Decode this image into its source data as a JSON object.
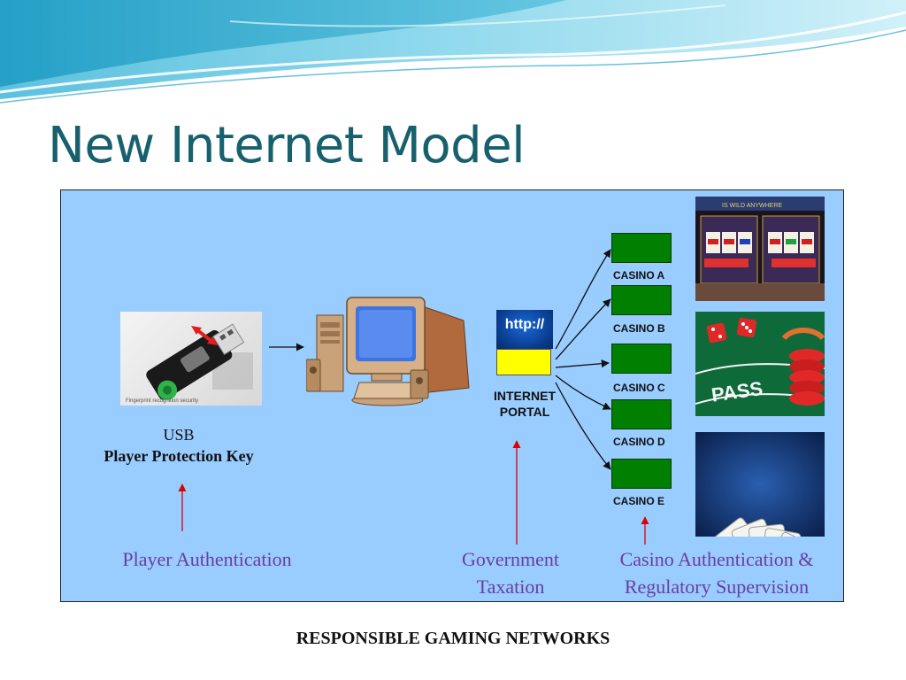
{
  "slide": {
    "title": "New Internet Model",
    "footer": "RESPONSIBLE GAMING NETWORKS"
  },
  "usb_key": {
    "caption": "Fingerprint recognition security",
    "line1": "USB",
    "line2": "Player Protection Key"
  },
  "portal": {
    "icon_text": "http://",
    "line1": "INTERNET",
    "line2": "PORTAL"
  },
  "casinos": [
    {
      "label": "CASINO A"
    },
    {
      "label": "CASINO B"
    },
    {
      "label": "CASINO C"
    },
    {
      "label": "CASINO D"
    },
    {
      "label": "CASINO E"
    }
  ],
  "photos": {
    "slot_sign": "IS WILD ANYWHERE",
    "craps_word": "PASS"
  },
  "bottom_labels": {
    "player": "Player  Authentication",
    "gov_line1": "Government",
    "gov_line2": "Taxation",
    "casino_line1": "Casino Authentication &",
    "casino_line2": "Regulatory Supervision"
  },
  "colors": {
    "title": "#17606e",
    "diagram_bg": "#99ccff",
    "casino_box": "#007f00",
    "bottom_label": "#6a3ea1",
    "red_arrow": "#dd0000",
    "portal_box": "#ffff00"
  }
}
